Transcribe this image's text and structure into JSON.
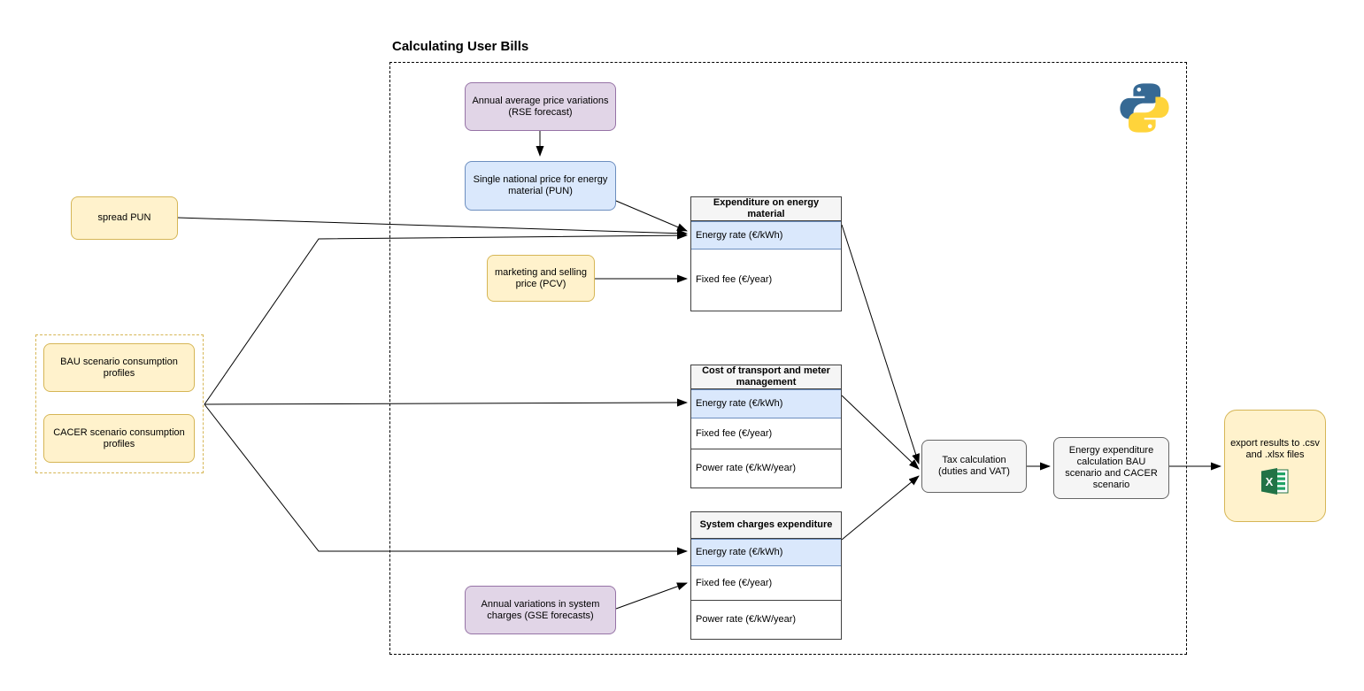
{
  "title": "Calculating User Bills",
  "nodes": {
    "rse": {
      "label": "Annual average price variations (RSE forecast)"
    },
    "pun": {
      "label": "Single national price for energy material (PUN)"
    },
    "spread_pun": {
      "label": "spread PUN"
    },
    "pcv": {
      "label": "marketing and selling price (PCV)"
    },
    "bau": {
      "label": "BAU scenario consumption profiles"
    },
    "cacer": {
      "label": "CACER scenario consumption profiles"
    },
    "gse": {
      "label": "Annual variations in system charges (GSE forecasts)"
    },
    "tax": {
      "label": "Tax calculation (duties and VAT)"
    },
    "energy_expenditure": {
      "label": "Energy expenditure calculation BAU scenario and CACER scenario"
    },
    "export": {
      "label": "export results to .csv and .xlsx files"
    }
  },
  "tables": {
    "energy_material": {
      "header": "Expenditure on energy material",
      "rows": [
        "Energy rate (€/kWh)",
        "Fixed fee (€/year)"
      ]
    },
    "transport": {
      "header": "Cost of transport and meter management",
      "rows": [
        "Energy rate (€/kWh)",
        "Fixed fee (€/year)",
        "Power rate (€/kW/year)"
      ]
    },
    "system_charges": {
      "header": "System charges expenditure",
      "rows": [
        "Energy rate (€/kWh)",
        "Fixed fee (€/year)",
        "Power rate (€/kW/year)"
      ]
    }
  },
  "icons": {
    "python_logo": "python-logo",
    "excel_icon": "excel-icon"
  },
  "colors": {
    "yellow_fill": "#FFF2CC",
    "yellow_stroke": "#D6B656",
    "purple_fill": "#E1D5E7",
    "purple_stroke": "#9673A6",
    "blue_fill": "#DAE8FC",
    "blue_stroke": "#6C8EBF",
    "gray_fill": "#F5F5F5",
    "gray_stroke": "#666666",
    "table_header_fill": "#F5F5F5",
    "line": "#000000",
    "python_blue": "#366994",
    "python_yellow": "#FFD43B",
    "excel_green": "#217346"
  }
}
